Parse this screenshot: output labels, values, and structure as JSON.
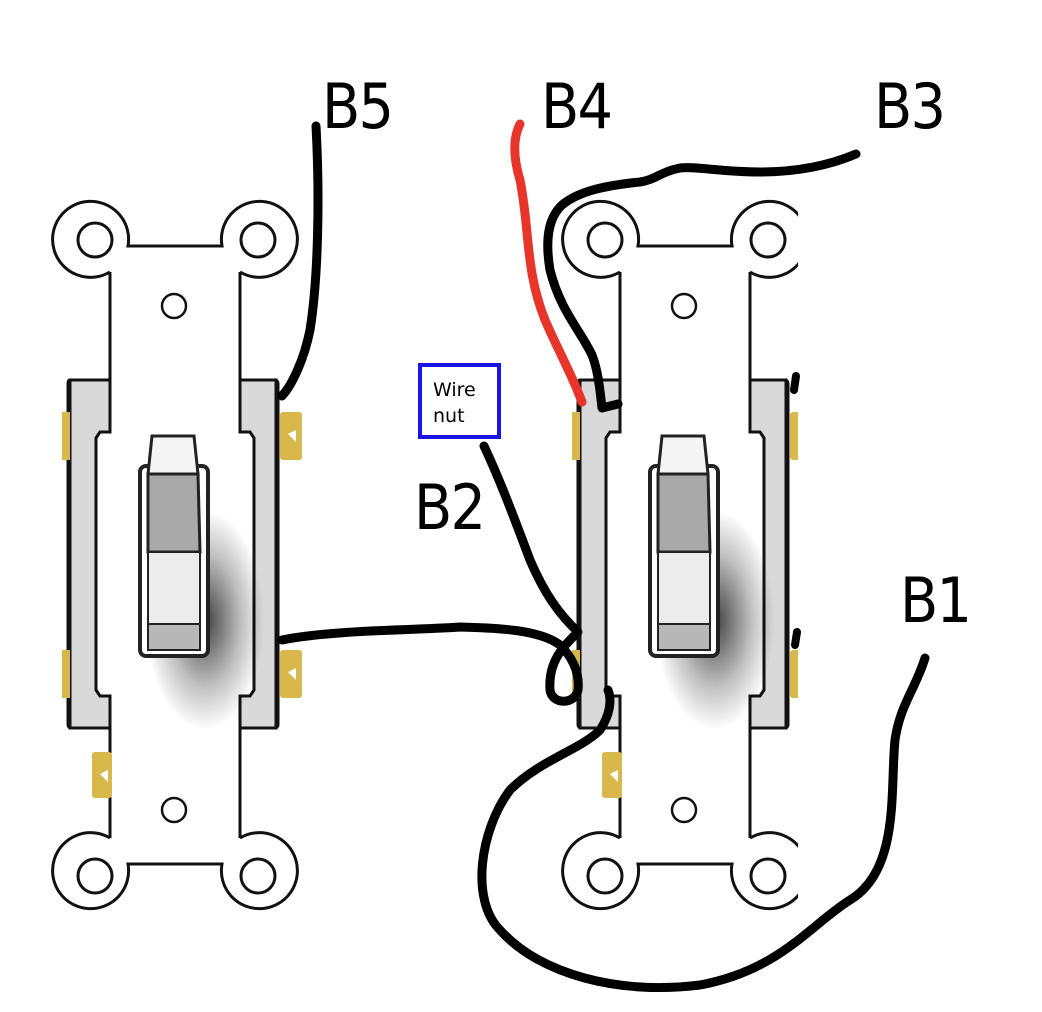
{
  "diagram": {
    "title": "Two single-pole switches wiring sketch",
    "labels": {
      "b5": "B5",
      "b4": "B4",
      "b3": "B3",
      "b2": "B2",
      "b1": "B1"
    },
    "wire_nut": {
      "line1": "Wire",
      "line2": "nut"
    },
    "colors": {
      "wire_black": "#000000",
      "wire_red": "#e8352b",
      "wire_nut_border": "#1a14e6",
      "switch_frame": "#d9d9d9",
      "terminal_brass": "#d8b84a"
    },
    "switches": [
      {
        "name": "left-switch"
      },
      {
        "name": "right-switch"
      }
    ]
  }
}
